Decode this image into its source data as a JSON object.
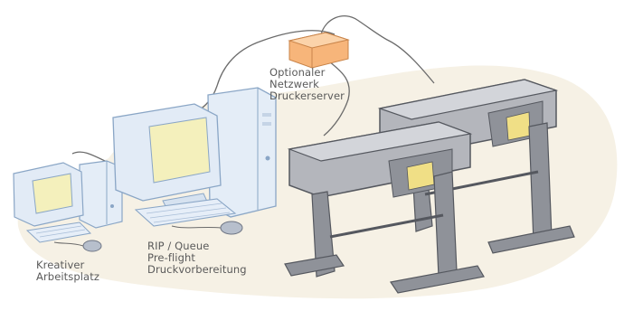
{
  "labels": {
    "workstation": [
      "Kreativer",
      "Arbeitsplatz"
    ],
    "rip": [
      "RIP / Queue",
      "Pre-flight",
      "Druckvorbereitung"
    ],
    "server": [
      "Optionaler",
      "Netzwerk",
      "Druckerserver"
    ]
  },
  "colors": {
    "background_blob": "#f6f1e5",
    "monitor_body": "#dfe9f4",
    "monitor_outline": "#8aa6c6",
    "screen": "#f4f0bc",
    "server_box": "#f7b57a",
    "plotter_body": "#b4b6bc",
    "plotter_dark": "#55585f",
    "plotter_panel": "#f0df86",
    "cable": "#6b6b6b"
  },
  "icons": [
    "workstation-small",
    "workstation-large",
    "print-server-box",
    "large-format-plotter-back",
    "large-format-plotter-front",
    "mouse-icon",
    "keyboard-icon"
  ]
}
